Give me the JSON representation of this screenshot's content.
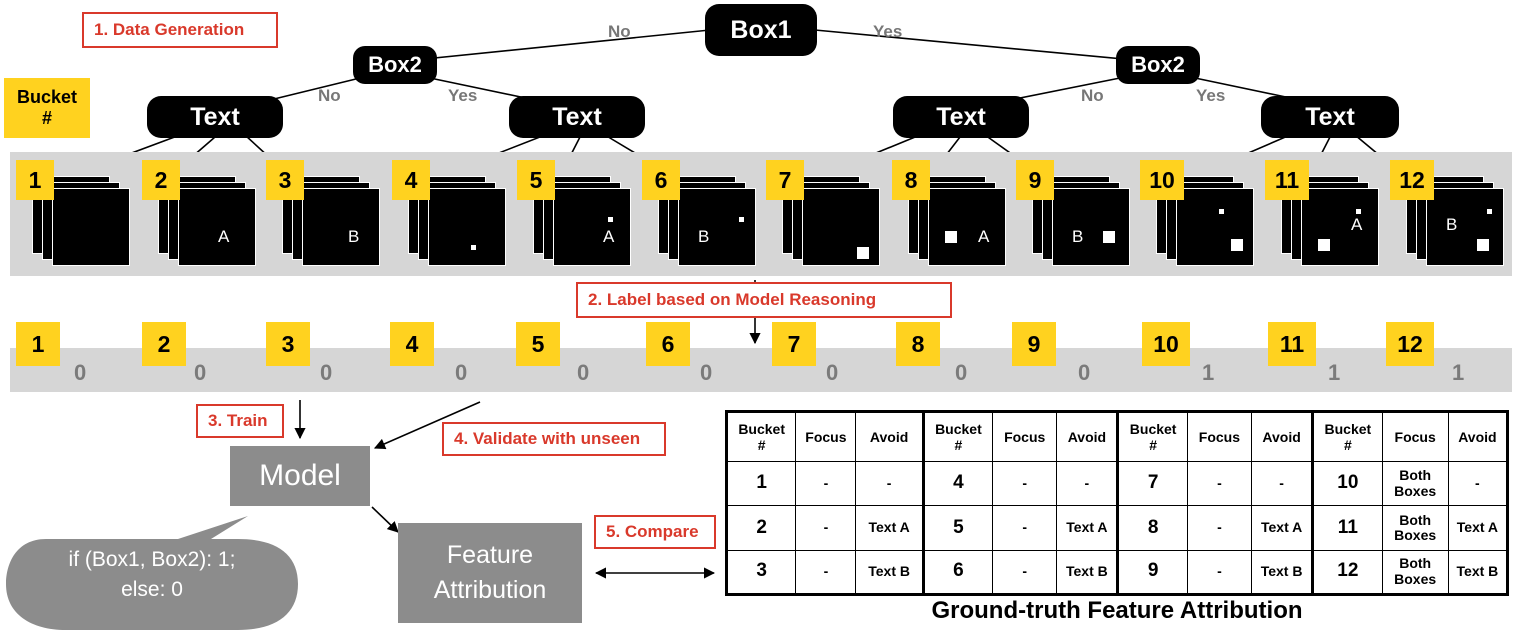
{
  "steps": {
    "s1": "1. Data Generation",
    "s2": "2. Label based on Model Reasoning",
    "s3": "3. Train",
    "s4": "4. Validate with unseen",
    "s5": "5. Compare"
  },
  "legend": {
    "bucket": "Bucket\n#"
  },
  "tree": {
    "root": "Box1",
    "box2": "Box2",
    "text": "Text",
    "no": "No",
    "yes": "Yes"
  },
  "buckets": [
    "1",
    "2",
    "3",
    "4",
    "5",
    "6",
    "7",
    "8",
    "9",
    "10",
    "11",
    "12"
  ],
  "cards": [
    {
      "text": "",
      "dots": []
    },
    {
      "text": "A",
      "dots": []
    },
    {
      "text": "B",
      "dots": []
    },
    {
      "text": "",
      "dots": [
        "small"
      ]
    },
    {
      "text": "A",
      "dots": [
        "small"
      ]
    },
    {
      "text": "B",
      "dots": [
        "small"
      ]
    },
    {
      "text": "",
      "dots": [
        "large"
      ]
    },
    {
      "text": "A",
      "dots": [
        "large"
      ]
    },
    {
      "text": "B",
      "dots": [
        "large"
      ]
    },
    {
      "text": "",
      "dots": [
        "small",
        "large"
      ]
    },
    {
      "text": "A",
      "dots": [
        "small",
        "large"
      ]
    },
    {
      "text": "B",
      "dots": [
        "small",
        "large"
      ]
    }
  ],
  "labels": [
    "0",
    "0",
    "0",
    "0",
    "0",
    "0",
    "0",
    "0",
    "0",
    "1",
    "1",
    "1"
  ],
  "model": {
    "title": "Model",
    "rule": "if (Box1, Box2): 1;\nelse: 0"
  },
  "feature_attribution": "Feature\nAttribution",
  "table": {
    "headers": [
      "Bucket\n#",
      "Focus",
      "Avoid"
    ],
    "rows": [
      [
        [
          "1",
          "-",
          "-"
        ],
        [
          "4",
          "-",
          "-"
        ],
        [
          "7",
          "-",
          "-"
        ],
        [
          "10",
          "Both\nBoxes",
          "-"
        ]
      ],
      [
        [
          "2",
          "-",
          "Text A"
        ],
        [
          "5",
          "-",
          "Text A"
        ],
        [
          "8",
          "-",
          "Text A"
        ],
        [
          "11",
          "Both\nBoxes",
          "Text A"
        ]
      ],
      [
        [
          "3",
          "-",
          "Text B"
        ],
        [
          "6",
          "-",
          "Text B"
        ],
        [
          "9",
          "-",
          "Text B"
        ],
        [
          "12",
          "Both\nBoxes",
          "Text B"
        ]
      ]
    ],
    "caption": "Ground-truth Feature Attribution"
  }
}
